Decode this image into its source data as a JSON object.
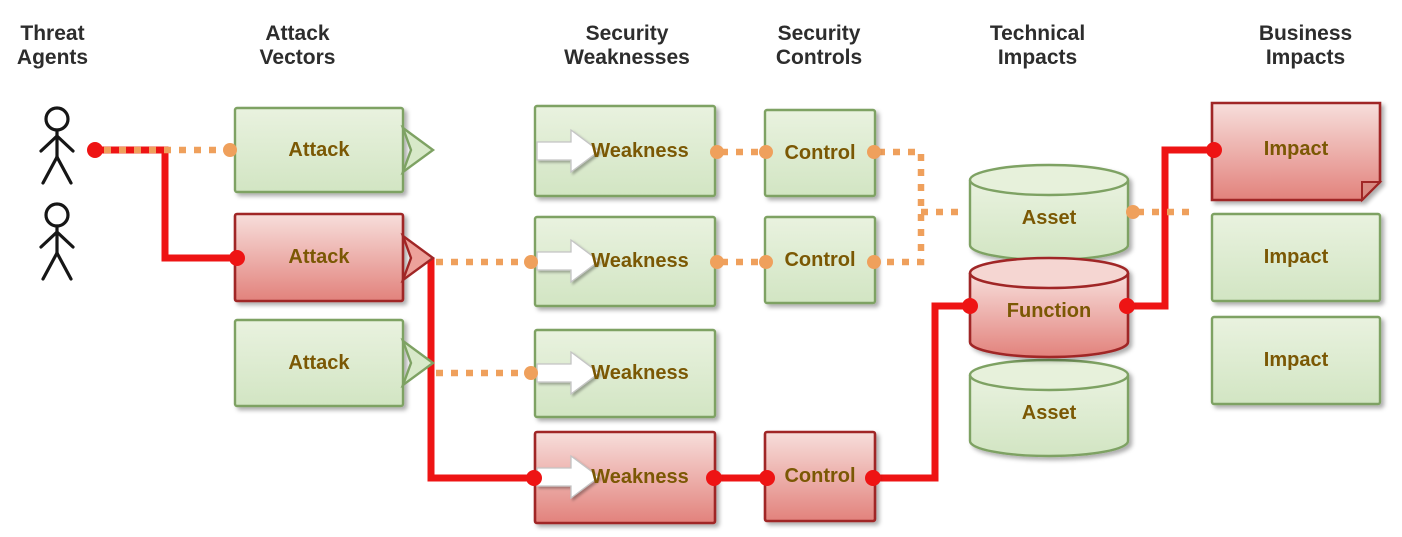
{
  "columns": [
    {
      "title": "Threat Agents"
    },
    {
      "title": "Attack Vectors"
    },
    {
      "title": "Security Weaknesses"
    },
    {
      "title": "Security Controls"
    },
    {
      "title": "Technical Impacts"
    },
    {
      "title": "Business Impacts"
    }
  ],
  "nodes": {
    "attacks": [
      {
        "label": "Attack",
        "variant": "green"
      },
      {
        "label": "Attack",
        "variant": "red"
      },
      {
        "label": "Attack",
        "variant": "green"
      }
    ],
    "weaknesses": [
      {
        "label": "Weakness",
        "variant": "green"
      },
      {
        "label": "Weakness",
        "variant": "green"
      },
      {
        "label": "Weakness",
        "variant": "green"
      },
      {
        "label": "Weakness",
        "variant": "red"
      }
    ],
    "controls": [
      {
        "label": "Control",
        "variant": "green"
      },
      {
        "label": "Control",
        "variant": "green"
      },
      {
        "label": "Control",
        "variant": "red"
      }
    ],
    "technical_impacts": [
      {
        "label": "Asset",
        "variant": "green"
      },
      {
        "label": "Function",
        "variant": "red"
      },
      {
        "label": "Asset",
        "variant": "green"
      }
    ],
    "business_impacts": [
      {
        "label": "Impact",
        "variant": "red"
      },
      {
        "label": "Impact",
        "variant": "green"
      },
      {
        "label": "Impact",
        "variant": "green"
      }
    ],
    "threat_agents_count": 2
  },
  "colors": {
    "exploited_path_red": "#ee1414",
    "potential_path_orange": "#efa05c",
    "green_fill_top": "#e9f2df",
    "green_fill_bottom": "#d2e5c3",
    "green_border": "#7ea263",
    "red_fill_top": "#f7dedb",
    "red_fill_bottom": "#e2827c",
    "red_border": "#a02626",
    "label_text": "#7b5804",
    "header_text": "#2d2d2d"
  }
}
